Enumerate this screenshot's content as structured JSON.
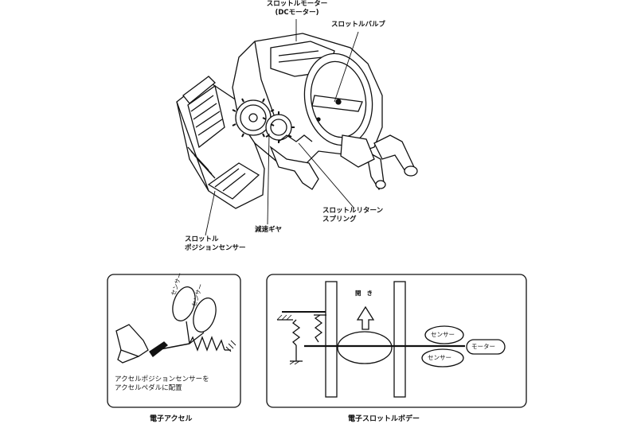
{
  "labels": {
    "throttle_motor": "スロットルモーター",
    "throttle_motor_sub": "(DCモーター)",
    "throttle_valve": "スロットルバルブ",
    "return_spring_1": "スロットルリターン",
    "return_spring_2": "スプリング",
    "reduction_gear": "減速ギヤ",
    "position_sensor_1": "スロットル",
    "position_sensor_2": "ポジションセンサー"
  },
  "left_panel": {
    "sensor_a": "センサー",
    "sensor_b": "センサー",
    "note_1": "アクセルポジションセンサーを",
    "note_2": "アクセルペダルに配置",
    "caption": "電子アクセル"
  },
  "right_panel": {
    "open_label": "開き",
    "sensor_upper": "センサー",
    "sensor_lower": "センサー",
    "motor": "モーター",
    "caption": "電子スロットルボデー"
  }
}
